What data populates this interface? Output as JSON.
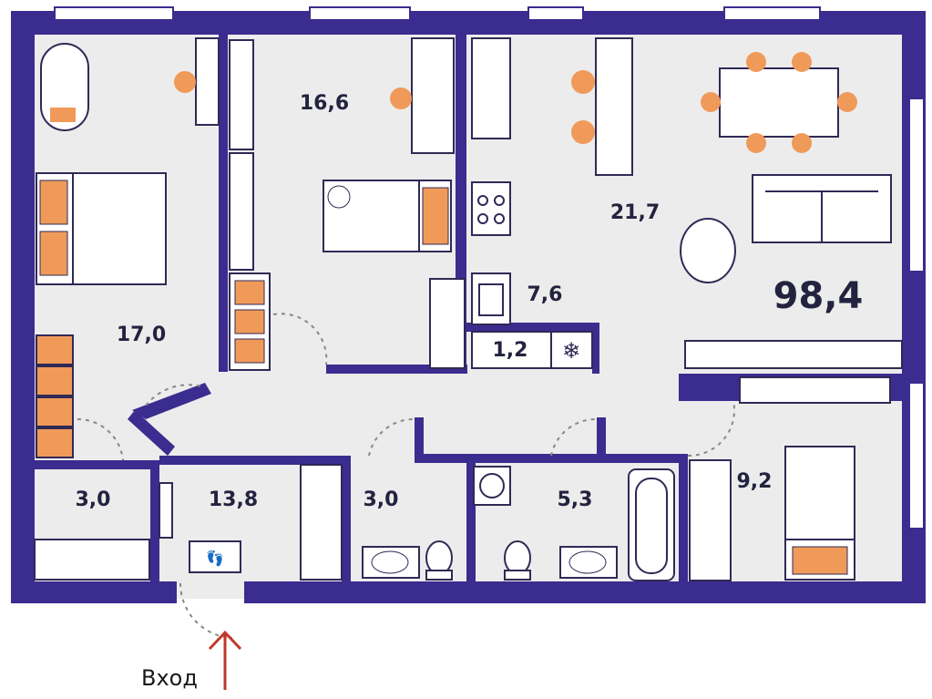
{
  "plan": {
    "total_area": "98,4",
    "entrance_label": "Вход",
    "rooms": [
      {
        "id": "bedroom-left",
        "area": "17,0"
      },
      {
        "id": "bedroom-middle",
        "area": "16,6"
      },
      {
        "id": "living-room",
        "area": "21,7"
      },
      {
        "id": "kitchen",
        "area": "7,6"
      },
      {
        "id": "pantry",
        "area": "1,2"
      },
      {
        "id": "closet-left",
        "area": "3,0"
      },
      {
        "id": "hallway",
        "area": "13,8"
      },
      {
        "id": "bathroom-1",
        "area": "3,0"
      },
      {
        "id": "bathroom-2",
        "area": "5,3"
      },
      {
        "id": "bedroom-right",
        "area": "9,2"
      }
    ]
  },
  "colors": {
    "wall": "#3b2c8f",
    "floor": "#ececec",
    "furniture_accent": "#f09a5a",
    "furniture_line": "#2f2a55",
    "door_arc": "#888888",
    "entrance_arrow": "#c0392b"
  },
  "icons": [
    "bathtub-icon",
    "bed-icon",
    "sofa-icon",
    "dining-table-icon",
    "stove-icon",
    "sink-icon",
    "toilet-icon",
    "wardrobe-icon",
    "snowflake-icon",
    "washing-machine-icon",
    "shoes-icon",
    "entrance-arrow-icon"
  ]
}
